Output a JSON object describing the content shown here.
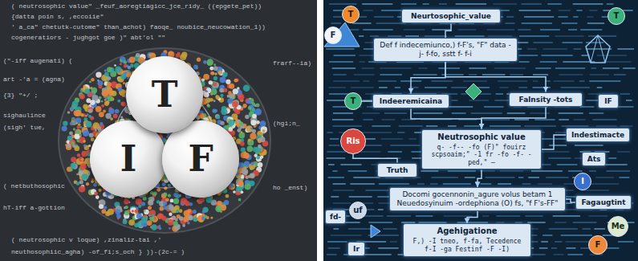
{
  "diagram": {
    "nodes": [
      {
        "text": [
          "T"
        ]
      },
      {
        "text": [
          "I"
        ]
      },
      {
        "text": [
          "F"
        ]
      },
      {
        "text": [
          "T"
        ]
      },
      {
        "text": [
          "F"
        ]
      },
      {
        "text": [
          "Neurtosophic_value"
        ]
      },
      {
        "text": [
          "T"
        ]
      },
      {
        "text": [
          "Def f indecemiunco,) f-F's, \"F\" data -j- f-fo, sstt f- f-i"
        ]
      },
      {
        "text": [
          "T"
        ]
      },
      {
        "text": [
          "Indeeremicaina"
        ]
      },
      {
        "text": [
          "Falnsity -tots"
        ]
      },
      {
        "text": [
          "IF"
        ]
      },
      {
        "text": [
          "Neutrosophic value",
          "q- -f-- -fo (F)\" fouirz scpsoaim;\" -1 fr -fo -f- -ped,\" —"
        ]
      },
      {
        "text": [
          "Ris"
        ]
      },
      {
        "text": [
          "Indestimacte"
        ]
      },
      {
        "text": [
          "Truth"
        ]
      },
      {
        "text": [
          "Ats"
        ]
      },
      {
        "text": [
          "I"
        ]
      },
      {
        "text": [
          "Docomi gocennonin_agure volus betam 1 Neuedosyinuim -ordephiona (O) fs, \"f F's-FF\""
        ]
      },
      {
        "text": [
          "Fagaugtint"
        ]
      },
      {
        "text": [
          "fd-"
        ]
      },
      {
        "text": [
          "uf"
        ]
      },
      {
        "text": [
          "Agehigatione",
          "F,) -I tneo, f-fa, Tecedence f-I -ga Festinf -F -I)"
        ]
      },
      {
        "text": [
          "Me"
        ]
      },
      {
        "text": [
          "F"
        ]
      },
      {
        "text": [
          "Ir"
        ]
      }
    ],
    "edges": [
      {
        "from": 5,
        "to": 7,
        "arrow": "none"
      },
      {
        "from": 7,
        "to": 9,
        "arrow": "to"
      },
      {
        "from": 7,
        "to": 10,
        "arrow": "to"
      },
      {
        "from": 8,
        "to": 9,
        "arrow": "none"
      },
      {
        "from": 9,
        "to": 12,
        "arrow": "to"
      },
      {
        "from": 10,
        "to": 12,
        "arrow": "to"
      },
      {
        "from": 14,
        "to": 12,
        "arrow": "none"
      },
      {
        "from": 13,
        "to": 15,
        "arrow": "none"
      },
      {
        "from": 12,
        "to": 18,
        "arrow": "to"
      },
      {
        "from": 19,
        "to": 18,
        "arrow": "none"
      },
      {
        "from": 18,
        "to": 22,
        "arrow": "to"
      }
    ],
    "labels": [
      "( neutrosophic value\" _feuf_aoregtiagicc_jce_ridy_ ((epgete_pet))",
      "{datta poin s, ,eccoiie\"",
      "' a_ca\" chetutk-cutome\" than_achot) faoqe_ noubice_neucowation_1))",
      "cogeneratiors - jughgot goe )\" abt'ol \"\"",
      "(\"-iff augenati) (",
      "art -'a = (agna)",
      "{3} \"+/ ;",
      "sighaulince",
      "(sigh' tue,",
      "( netbuthosophic",
      "hT-iff a-gottion",
      "( neutrosophic v loque)  ,zinaliz-tai ,'",
      "neuthosophiic_agha) -of_fi;s_och } ))-(2c-= )",
      "frarf--ia)",
      "(hgi;n_",
      "ho _enst)"
    ]
  }
}
